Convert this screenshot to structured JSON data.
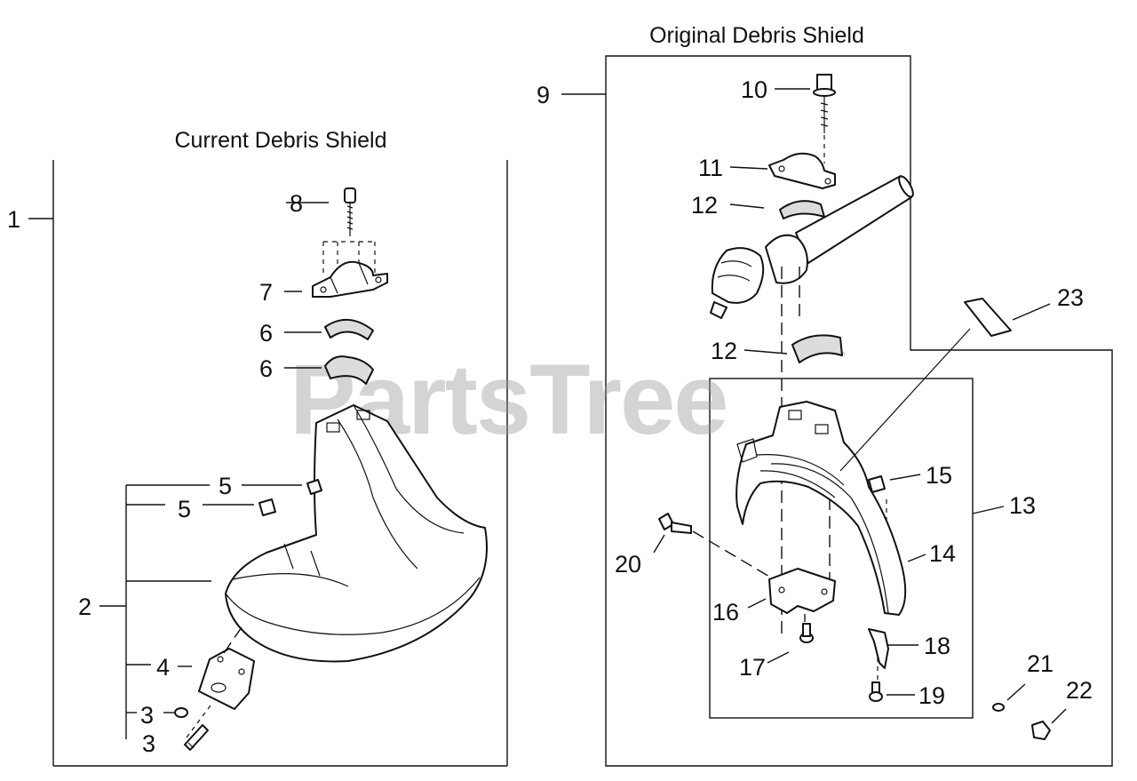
{
  "titles": {
    "current": "Current Debris Shield",
    "original": "Original Debris Shield"
  },
  "watermark": {
    "text": "PartsTree",
    "tm": "™"
  },
  "callouts": {
    "c1": "1",
    "c2": "2",
    "c3a": "3",
    "c3b": "3",
    "c4": "4",
    "c5a": "5",
    "c5b": "5",
    "c6a": "6",
    "c6b": "6",
    "c7": "7",
    "c8": "8",
    "c9": "9",
    "c10": "10",
    "c11": "11",
    "c12a": "12",
    "c12b": "12",
    "c13": "13",
    "c14": "14",
    "c15": "15",
    "c16": "16",
    "c17": "17",
    "c18": "18",
    "c19": "19",
    "c20": "20",
    "c21": "21",
    "c22": "22",
    "c23": "23"
  }
}
